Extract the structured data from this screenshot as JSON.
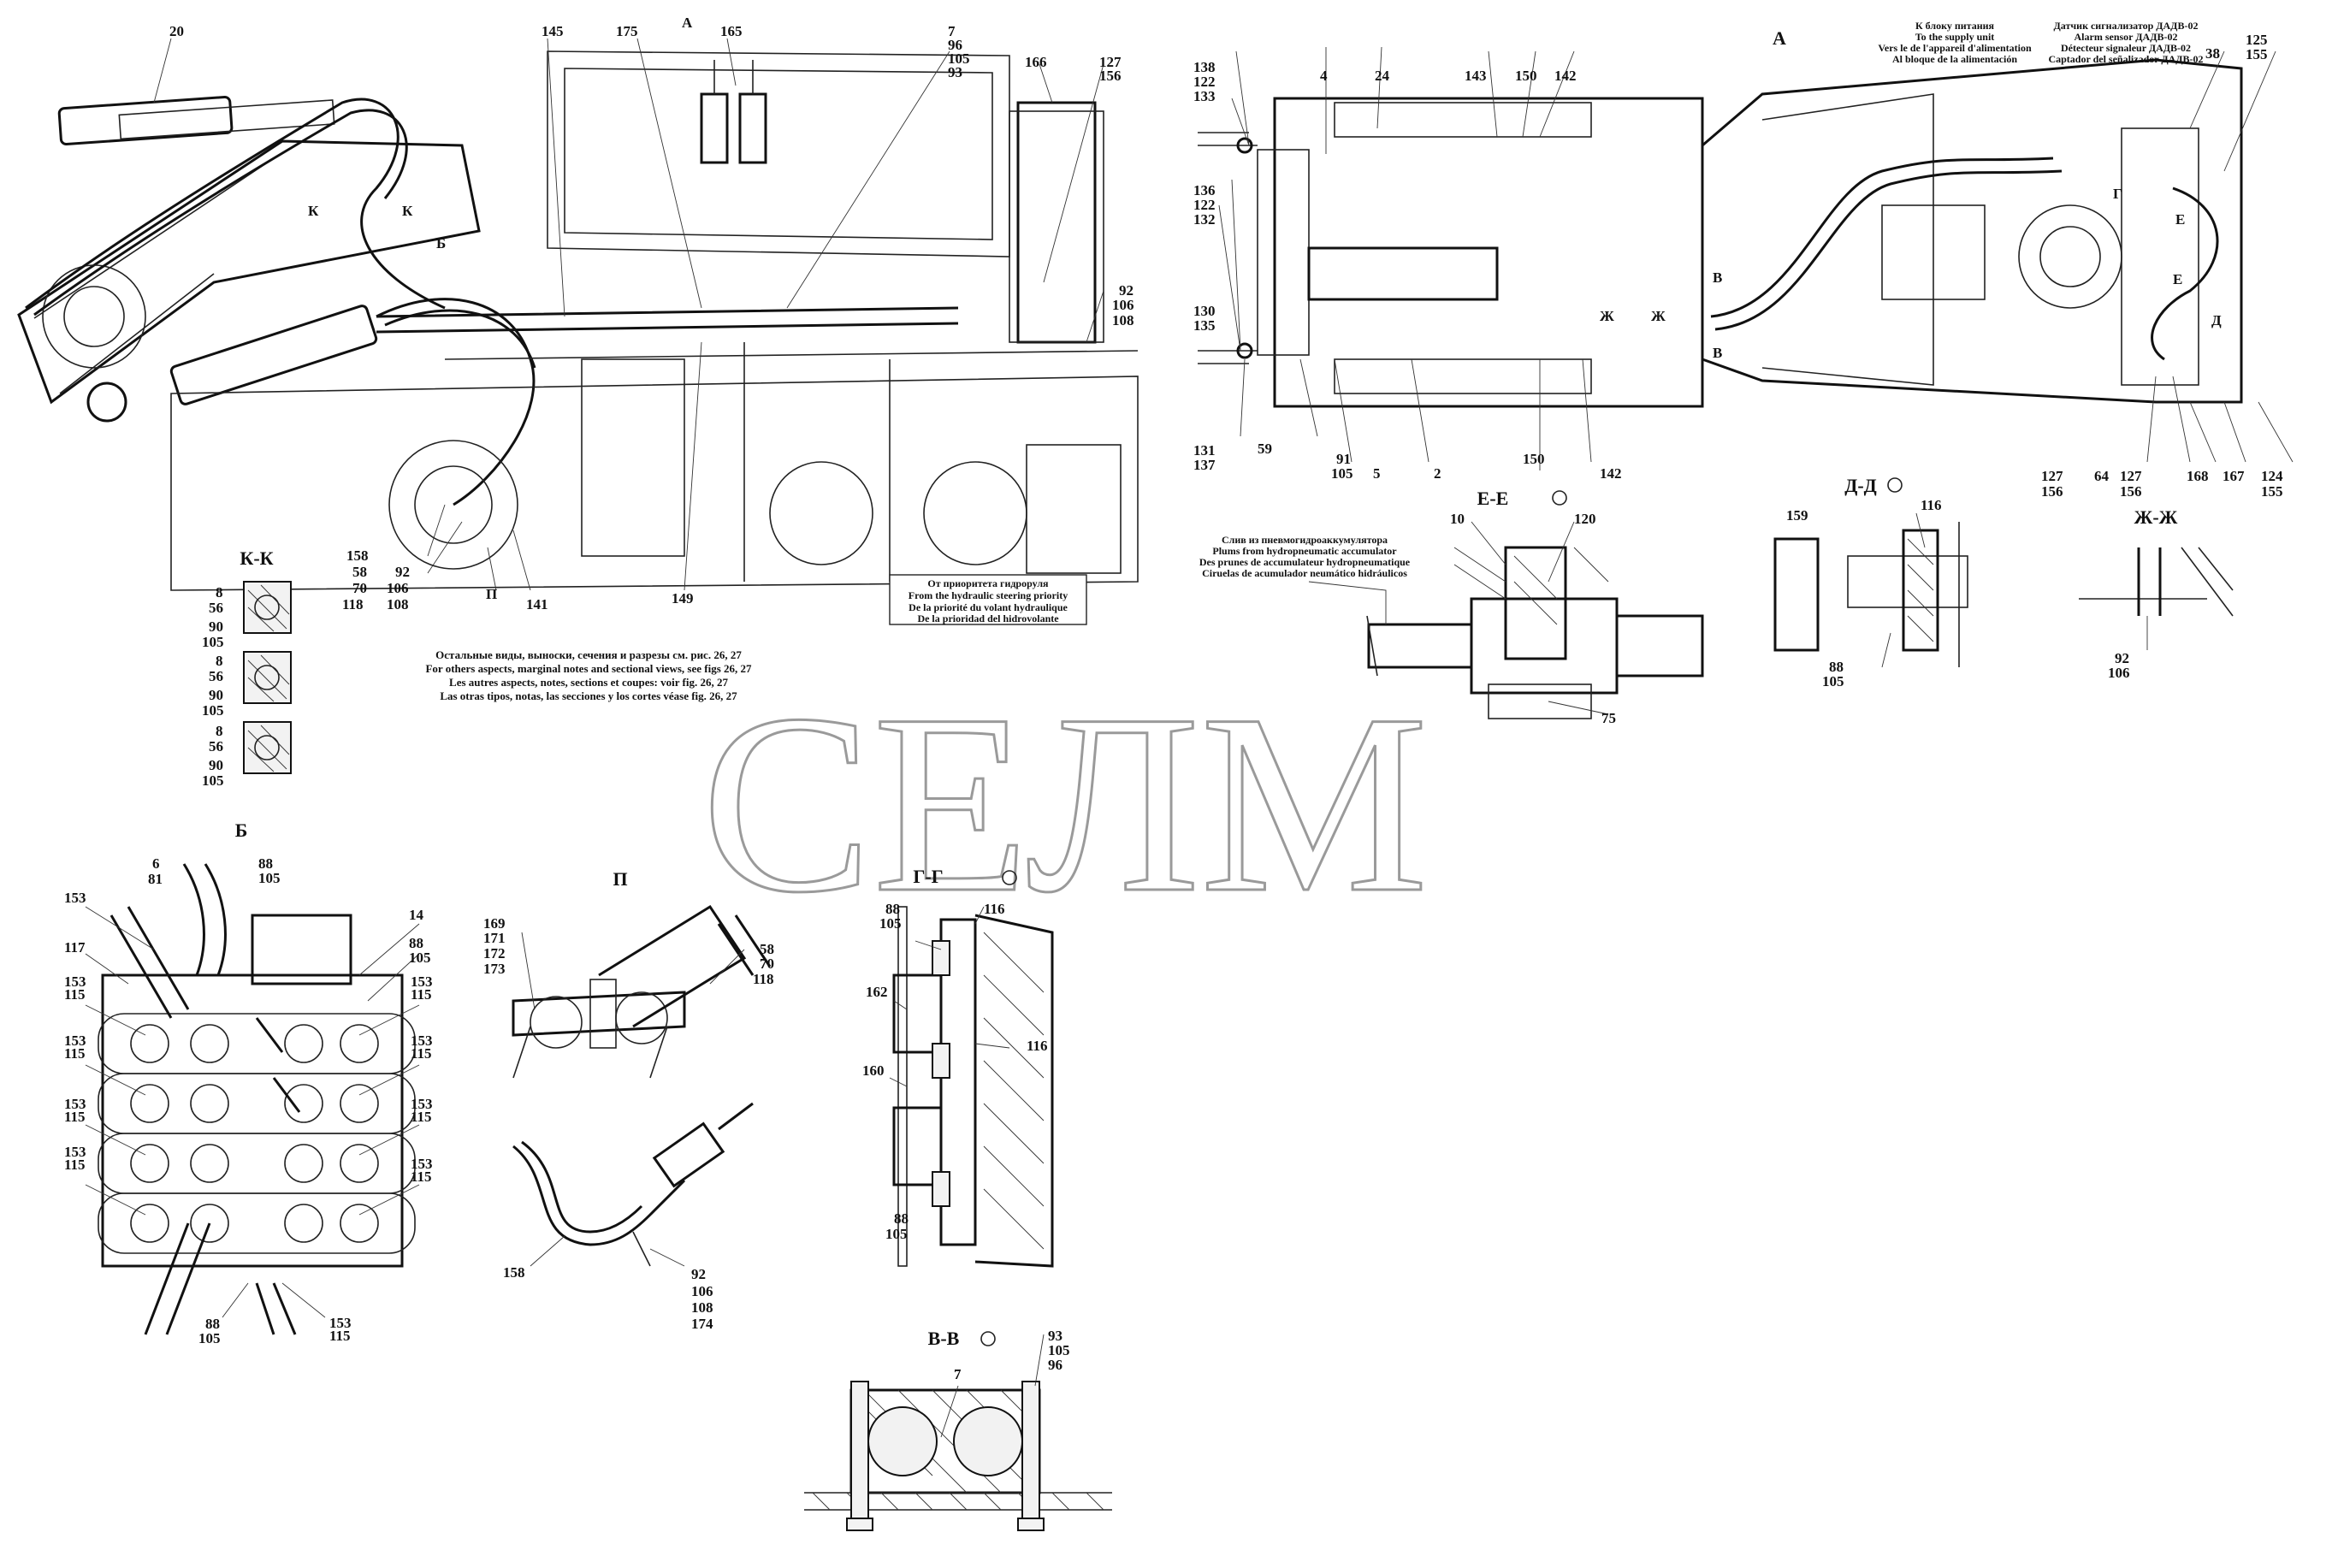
{
  "watermark": "СЕЛМ",
  "views": {
    "a": "А",
    "kk": "К-К",
    "b": "Б",
    "p": "П",
    "gg": "Г-Г",
    "vv": "В-В",
    "ee": "Е-Е",
    "dd": "Д-Д",
    "zhzh": "Ж-Ж"
  },
  "markers": {
    "k": "К",
    "b": "Б",
    "a": "А",
    "p": "П",
    "v": "В",
    "g": "Г",
    "e": "Е",
    "d": "Д",
    "zh": "Ж"
  },
  "notes": {
    "other_views": [
      "Остальные виды, выноски, сечения и разрезы см. рис. 26, 27",
      "For others aspects, marginal notes and sectional views, see figs 26, 27",
      "Les autres aspects, notes, sections et coupes: voir fig. 26, 27",
      "Las otras tipos, notas, las secciones y los cortes véase fig. 26, 27"
    ],
    "steering_priority": [
      "От приоритета гидроруля",
      "From the hydraulic steering priority",
      "De la priorité du volant hydraulique",
      "De la prioridad del hidrovolante"
    ],
    "accumulator": [
      "Слив из пневмогидроаккумулятора",
      "Plums from hydropneumatic accumulator",
      "Des prunes de accumulateur hydropneumatique",
      "Ciruelas de acumulador neumático hidráulicos"
    ],
    "supply_unit": [
      "К блоку питания",
      "To the supply unit",
      "Vers le de l'appareil d'alimentation",
      "Al bloque de la alimentación"
    ],
    "alarm_sensor": [
      "Датчик сигнализатор ДАДВ-02",
      "Alarm sensor ДАДВ-02",
      "Détecteur signaleur ДАДВ-02",
      "Captador del señalizador ДАДВ-02"
    ]
  },
  "callouts": {
    "n20": "20",
    "n145": "145",
    "n175": "175",
    "n165": "165",
    "s7_93": [
      "7",
      "96",
      "105",
      "93"
    ],
    "n166": "166",
    "s127_156": [
      "127",
      "156"
    ],
    "s92_108": [
      "92",
      "106",
      "108"
    ],
    "s158_118": [
      "158",
      "58",
      "70",
      "118"
    ],
    "s92_108b": [
      "92",
      "106",
      "108"
    ],
    "n141": "141",
    "n149": "149",
    "kk_stack": [
      "8",
      "56",
      "90",
      "105"
    ],
    "s138": [
      "138",
      "122",
      "133"
    ],
    "s136": [
      "136",
      "122",
      "132"
    ],
    "s130": [
      "130",
      "135"
    ],
    "s131": [
      "131",
      "137"
    ],
    "n59": "59",
    "s91": [
      "91",
      "105"
    ],
    "n5": "5",
    "n2": "2",
    "n4": "4",
    "n24": "24",
    "n143": "143",
    "n150": "150",
    "n142": "142",
    "n150b": "150",
    "n142b": "142",
    "n38": "38",
    "s125": [
      "125",
      "155"
    ],
    "s127b": [
      "127",
      "156"
    ],
    "n64": "64",
    "s127c": [
      "127",
      "156"
    ],
    "n168": "168",
    "n167": "167",
    "s124": [
      "124",
      "155"
    ],
    "n10": "10",
    "n120": "120",
    "n75": "75",
    "n159": "159",
    "n116": "116",
    "s88_105": [
      "88",
      "105"
    ],
    "s92_106": [
      "92",
      "106"
    ],
    "s6_81": [
      "6",
      "81"
    ],
    "s88b": [
      "88",
      "105"
    ],
    "n153": "153",
    "n117": "117",
    "n14": "14",
    "s88c": [
      "88",
      "105"
    ],
    "s153_115": [
      "153",
      "115"
    ],
    "s88d": [
      "88",
      "105"
    ],
    "s169": [
      "169",
      "171",
      "172",
      "173"
    ],
    "s58": [
      "58",
      "70",
      "118"
    ],
    "n158": "158",
    "s92_174": [
      "92",
      "106",
      "108",
      "174"
    ],
    "s88g": [
      "88",
      "105"
    ],
    "n116g": "116",
    "n162": "162",
    "n116h": "116",
    "n160": "160",
    "s88h": [
      "88",
      "105"
    ],
    "s93": [
      "93",
      "105",
      "96"
    ],
    "n7": "7"
  }
}
